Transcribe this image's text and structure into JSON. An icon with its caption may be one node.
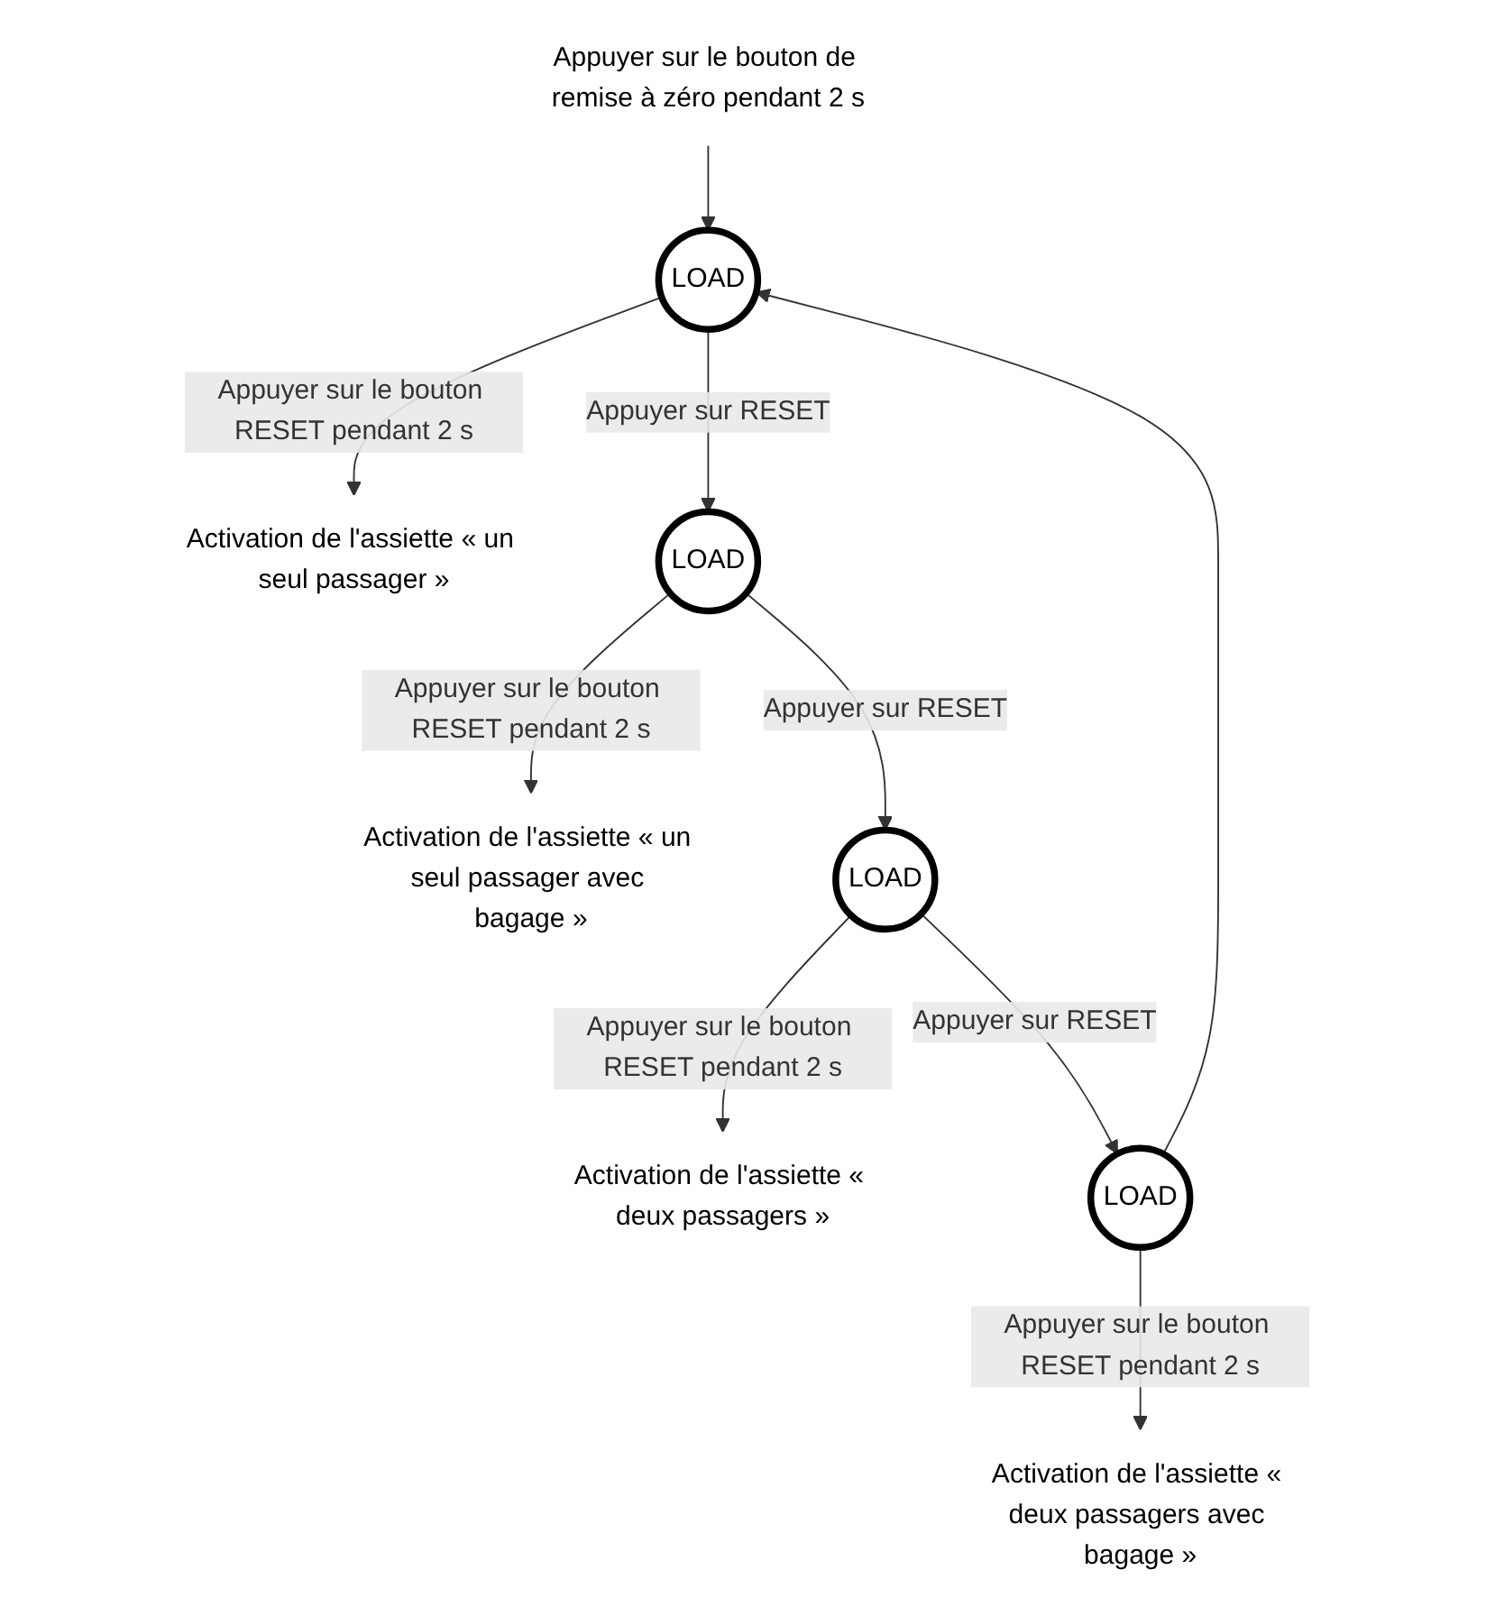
{
  "diagram": {
    "nodes": [
      {
        "text": [
          "Appuyer sur le bouton de remise à zéro pendant 2 s"
        ]
      },
      {
        "text": [
          "LOAD"
        ]
      },
      {
        "text": [
          "Activation de l'assiette « un seul passager »"
        ]
      },
      {
        "text": [
          "LOAD"
        ]
      },
      {
        "text": [
          "Activation de l'assiette « un seul passager avec bagage »"
        ]
      },
      {
        "text": [
          "LOAD"
        ]
      },
      {
        "text": [
          "Activation de l'assiette « deux passagers »"
        ]
      },
      {
        "text": [
          "LOAD"
        ]
      },
      {
        "text": [
          "Activation de l'assiette « deux passagers avec bagage »"
        ]
      }
    ],
    "edges": [
      {
        "from": 0,
        "to": 1,
        "arrow": "to"
      },
      {
        "from": 1,
        "to": 2,
        "arrow": "to",
        "label": "Appuyer sur le bouton RESET pendant 2 s"
      },
      {
        "from": 1,
        "to": 3,
        "arrow": "to",
        "label": "Appuyer sur RESET"
      },
      {
        "from": 3,
        "to": 4,
        "arrow": "to",
        "label": "Appuyer sur le bouton RESET pendant 2 s"
      },
      {
        "from": 3,
        "to": 5,
        "arrow": "to",
        "label": "Appuyer sur RESET"
      },
      {
        "from": 5,
        "to": 6,
        "arrow": "to",
        "label": "Appuyer sur le bouton RESET pendant 2 s"
      },
      {
        "from": 5,
        "to": 7,
        "arrow": "to",
        "label": "Appuyer sur RESET"
      },
      {
        "from": 7,
        "to": 8,
        "arrow": "to",
        "label": "Appuyer sur le bouton RESET pendant 2 s"
      },
      {
        "from": 7,
        "to": 1,
        "arrow": "to"
      }
    ]
  }
}
